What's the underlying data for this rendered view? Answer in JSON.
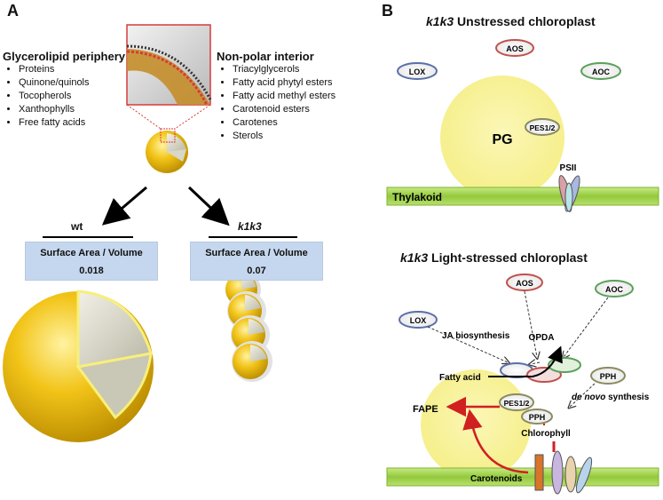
{
  "panel_a": {
    "letter": "A",
    "glycerolipid": {
      "title": "Glycerolipid periphery",
      "items": [
        "Proteins",
        "Quinone/quinols",
        "Tocopherols",
        "Xanthophylls",
        "Free fatty acids"
      ]
    },
    "nonpolar": {
      "title": "Non-polar interior",
      "items": [
        "Triacylglycerols",
        "Fatty acid phytyl esters",
        "Fatty acid methyl esters",
        "Carotenoid esters",
        "Carotenes",
        "Sterols"
      ]
    },
    "wt": {
      "label": "wt",
      "metric": "Surface Area / Volume",
      "value": "0.018"
    },
    "k1k3": {
      "label": "k1k3",
      "metric": "Surface Area / Volume",
      "value": "0.07"
    }
  },
  "panel_b": {
    "letter": "B",
    "unstressed": {
      "genotype": "k1k3",
      "title": "Unstressed chloroplast",
      "aos": "AOS",
      "lox": "LOX",
      "aoc": "AOC",
      "pes": "PES1/2",
      "pg": "PG",
      "psii": "PSII",
      "thylakoid": "Thylakoid"
    },
    "stressed": {
      "genotype": "k1k3",
      "title": "Light-stressed chloroplast",
      "aos": "AOS",
      "aoc": "AOC",
      "lox": "LOX",
      "ja": "JA biosynthesis",
      "opda": "OPDA",
      "fatty_acid": "Fatty acid",
      "pph_top": "PPH",
      "de_novo_1": "de novo",
      "de_novo_2": " synthesis",
      "fape": "FAPE",
      "pes": "PES1/2",
      "pph": "PPH",
      "chlorophyll": "Chlorophyll",
      "carotenoids": "Carotenoids"
    }
  },
  "colors": {
    "lox": "#5b6fa8",
    "aos": "#c0504d",
    "aoc": "#5aa05a",
    "pes": "#7f7f5a",
    "plastoglobule": "#f7f29a",
    "thylakoid": "#9ed14a",
    "arrow_red": "#d02020"
  }
}
